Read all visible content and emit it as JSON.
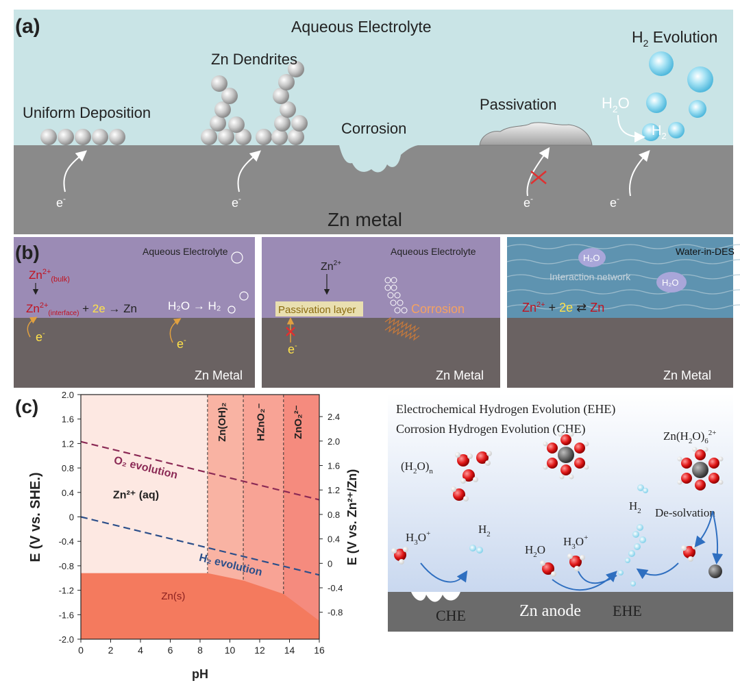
{
  "panel_a": {
    "label": "(a)",
    "title": "Aqueous Electrolyte",
    "uniform": "Uniform Deposition",
    "dendrites": "Zn Dendrites",
    "corrosion": "Corrosion",
    "passivation": "Passivation",
    "h2_evolution_main": "H",
    "h2_evolution_sub": "2",
    "h2_evolution_rest": " Evolution",
    "h2o_main": "H",
    "h2o_sub": "2",
    "h2o_rest": "O",
    "h2_main": "H",
    "h2_sub": "2",
    "electron": "e",
    "electron_sup": "-",
    "metal": "Zn metal"
  },
  "panel_b": {
    "label": "(b)",
    "left": {
      "title": "Aqueous Electrolyte",
      "zn_bulk_main": "Zn",
      "zn_bulk_sup": "2+",
      "zn_bulk_sub": "(bulk)",
      "zn_int_main": "Zn",
      "zn_int_sup": "2+",
      "zn_int_sub": "(interface)",
      "plus": " + ",
      "two_e": "2e",
      "arrow_zn": " → Zn",
      "h2o_eq": "H₂O → H₂",
      "electron": "e",
      "electron_sup": "-",
      "metal": "Zn Metal"
    },
    "middle": {
      "title": "Aqueous Electrolyte",
      "zn_main": "Zn",
      "zn_sup": "2+",
      "passivation": "Passivation layer",
      "corrosion": "Corrosion",
      "electron": "e",
      "electron_sup": "-",
      "metal": "Zn Metal"
    },
    "right": {
      "title": "Water-in-DES",
      "h2o_1": "H₂O",
      "h2o_2": "H₂O",
      "network": "Interaction network",
      "zn_main": "Zn",
      "zn_sup": "2+",
      "plus": " + ",
      "two_e": "2e",
      "eq_arrow": " ⇄ ",
      "zn_end": "Zn",
      "metal": "Zn Metal"
    }
  },
  "panel_c": {
    "label": "(c)",
    "chart_data": {
      "type": "area",
      "xlabel": "pH",
      "ylabel_left": "E  (V vs. SHE.)",
      "ylabel_right": "E (V vs. Zn²⁺/Zn)",
      "xlim": [
        0,
        16
      ],
      "ylim_left": [
        -2.0,
        2.0
      ],
      "ylim_right": [
        -1.24,
        2.76
      ],
      "x_ticks": [
        "0",
        "2",
        "4",
        "6",
        "8",
        "10",
        "12",
        "14",
        "16"
      ],
      "y_ticks_left": [
        "2.0",
        "1.6",
        "1.2",
        "0.8",
        "0.4",
        "0",
        "-0.4",
        "-0.8",
        "-1.2",
        "-1.6",
        "-2.0"
      ],
      "y_ticks_right": [
        "2.4",
        "2.0",
        "1.6",
        "1.2",
        "0.8",
        "0.4",
        "0",
        "-0.4",
        "-0.8"
      ],
      "regions": {
        "aq": "Zn²⁺ (aq)",
        "solid": "Zn(s)",
        "zn_oh2": "Zn(OH)₂",
        "hzno2": "HZnO₂⁻",
        "zno2": "ZnO₂²⁻"
      },
      "boundaries_pH": [
        8.5,
        10.9,
        13.6
      ],
      "o2_line": {
        "name": "O₂ evolution",
        "x": [
          0,
          16
        ],
        "y": [
          1.23,
          0.28
        ]
      },
      "h2_line": {
        "name": "H₂ evolution",
        "x": [
          0,
          16
        ],
        "y": [
          0.0,
          -0.95
        ]
      },
      "zn_boundary": {
        "x": [
          0,
          8.5,
          10.9,
          13.6,
          16
        ],
        "y": [
          -0.92,
          -0.92,
          -1.04,
          -1.26,
          -1.7
        ]
      },
      "colors": {
        "aq_fill": "#fde8e2",
        "solid_fill": "#f47a5e",
        "zn_oh2_fill": "#f9b3a3",
        "hzno2_fill": "#f8a395",
        "zno2_fill": "#f58b7e",
        "o2_line": "#8b2a55",
        "h2_line": "#2c4f8a"
      }
    },
    "schematic": {
      "ehe": "Electrochemical  Hydrogen Evolution (EHE)",
      "che": "Corrosion Hydrogen Evolution  (CHE)",
      "cluster_main": "(H",
      "cluster_sub": "2",
      "cluster_rest": "O)",
      "cluster_n": "n",
      "complex_main": "Zn(H",
      "complex_sub": "2",
      "complex_rest": "O)",
      "complex_sub2": "6",
      "complex_sup": "2+",
      "h3o_main": "H",
      "h3o_sub": "3",
      "h3o_rest": "O",
      "h3o_sup": "+",
      "h2_main": "H",
      "h2_sub": "2",
      "h2o_main": "H",
      "h2o_sub": "2",
      "h2o_rest": "O",
      "desolvation": "De-solvation",
      "anode_che": "CHE",
      "anode": "Zn anode",
      "anode_ehe": "EHE"
    }
  }
}
